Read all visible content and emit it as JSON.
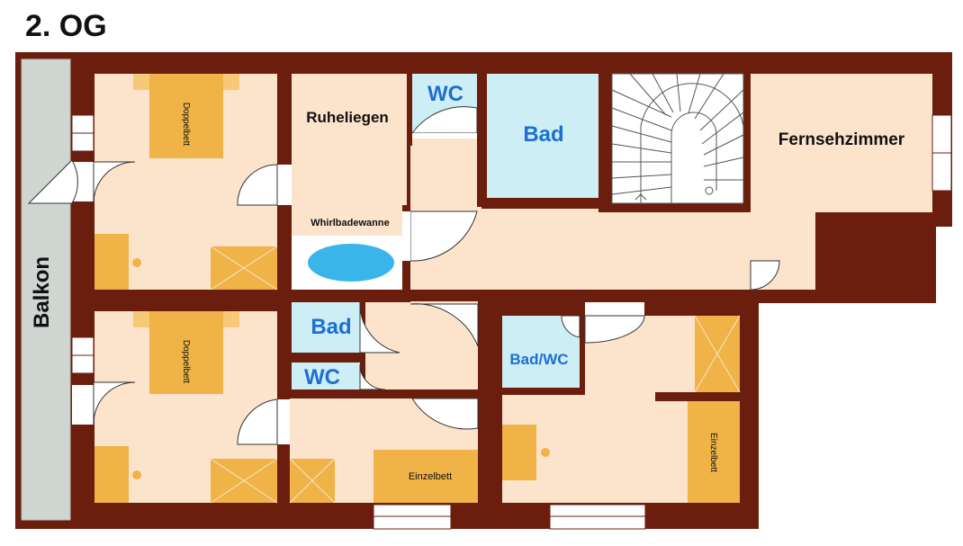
{
  "title": "2. OG",
  "labels": {
    "balkon": "Balkon",
    "doppelbett_top": "Doppelbett",
    "doppelbett_bottom": "Doppelbett",
    "ruheliegen": "Ruheliegen",
    "whirlbadewanne": "Whirlbadewanne",
    "wc_top": "WC",
    "bad_top": "Bad",
    "fernsehzimmer": "Fernsehzimmer",
    "bad_mid": "Bad",
    "wc_mid": "WC",
    "bad_wc": "Bad/WC",
    "einzelbett_left": "Einzelbett",
    "einzelbett_right": "Einzelbett"
  },
  "colors": {
    "wall": "#6b1d0e",
    "floor": "#fbe3cc",
    "furniture": "#efb347",
    "furniture_light": "#f6c878",
    "bath": "#cdeef5",
    "label_blue": "#1e6fd0",
    "whirlpool": "#3ab5ea",
    "balcony": "#cfd6d2"
  }
}
